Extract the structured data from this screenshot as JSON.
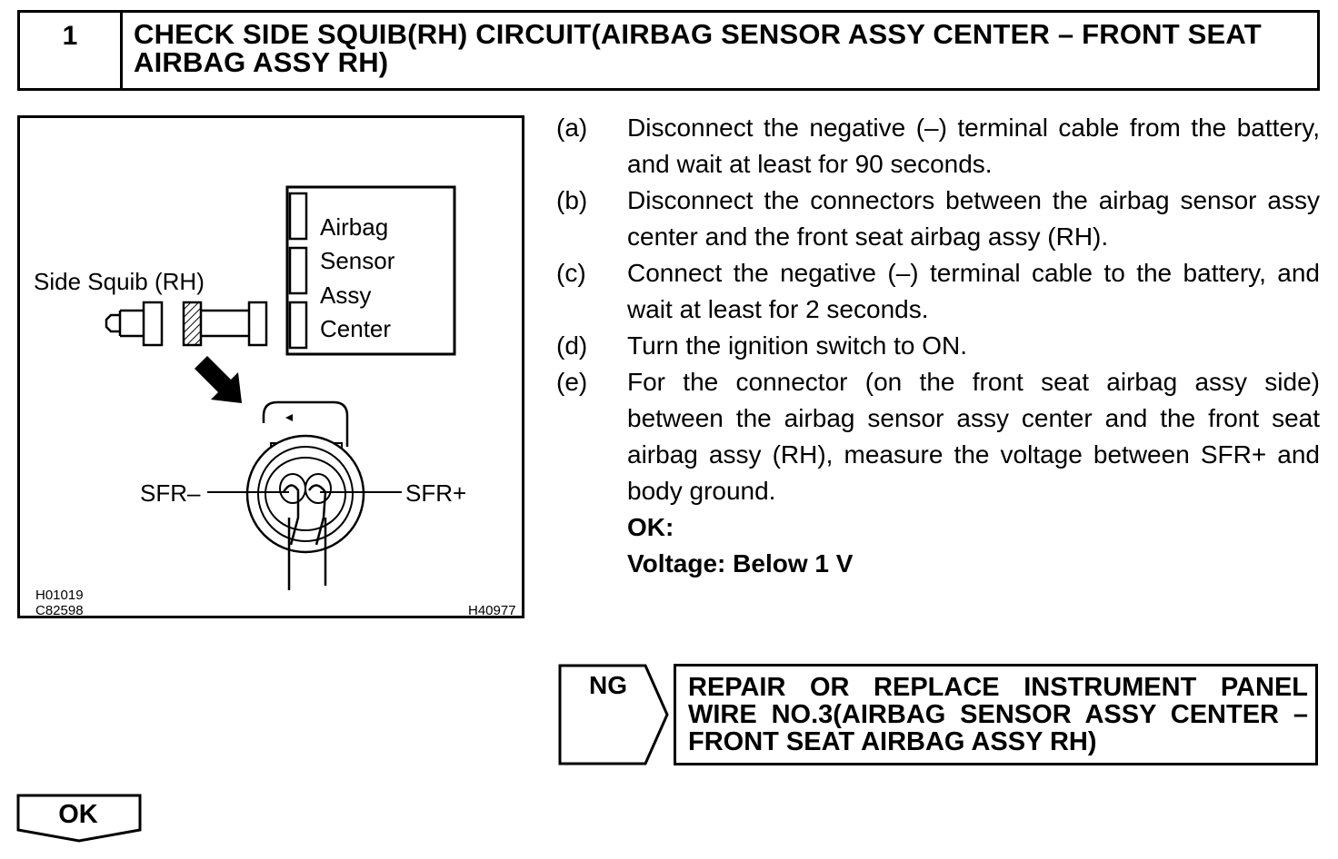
{
  "header": {
    "step_number": "1",
    "title": "CHECK SIDE SQUIB(RH) CIRCUIT(AIRBAG SENSOR ASSY CENTER – FRONT SEAT AIRBAG ASSY RH)"
  },
  "figure": {
    "side_squib_label": "Side Squib (RH)",
    "sensor_label_lines": [
      "Airbag",
      "Sensor",
      "Assy",
      "Center"
    ],
    "terminal_left": "SFR–",
    "terminal_right": "SFR+",
    "code_1": "H01019",
    "code_2": "C82598",
    "code_3": "H40977"
  },
  "steps": [
    {
      "label": "(a)",
      "text": "Disconnect the negative (–) terminal cable from the battery, and wait at least for 90 seconds."
    },
    {
      "label": "(b)",
      "text": "Disconnect the connectors between the airbag sensor assy center and the front seat airbag assy (RH)."
    },
    {
      "label": "(c)",
      "text": "Connect the negative (–) terminal cable to the battery, and wait at least for 2 seconds."
    },
    {
      "label": "(d)",
      "text": "Turn the ignition switch to ON."
    },
    {
      "label": "(e)",
      "text": "For the connector (on the front seat airbag assy side) between the airbag sensor assy center and the front seat airbag assy (RH), measure the voltage between SFR+ and body ground."
    }
  ],
  "ok_heading": "OK:",
  "spec": "Voltage: Below 1 V",
  "ng": {
    "label": "NG",
    "result": "REPAIR OR REPLACE INSTRUMENT PANEL WIRE NO.3(AIRBAG SENSOR ASSY CENTER – FRONT SEAT AIRBAG ASSY RH)"
  },
  "ok_tag": "OK"
}
